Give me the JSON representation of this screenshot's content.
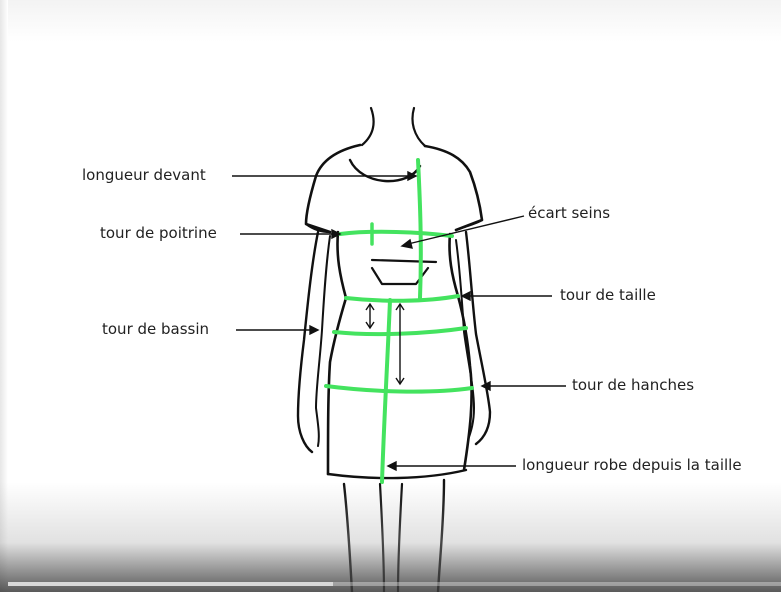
{
  "labels": {
    "longueur_devant": "longueur devant",
    "tour_de_poitrine": "tour de poitrine",
    "ecart_seins": "écart seins",
    "tour_de_taille": "tour de taille",
    "tour_de_bassin": "tour de bassin",
    "tour_de_hanches": "tour de hanches",
    "longueur_robe": "longueur robe depuis la taille"
  },
  "colors": {
    "measure_line": "#44e35f",
    "sketch": "#111111",
    "text": "#222222"
  },
  "video": {
    "progress": 0.42
  }
}
